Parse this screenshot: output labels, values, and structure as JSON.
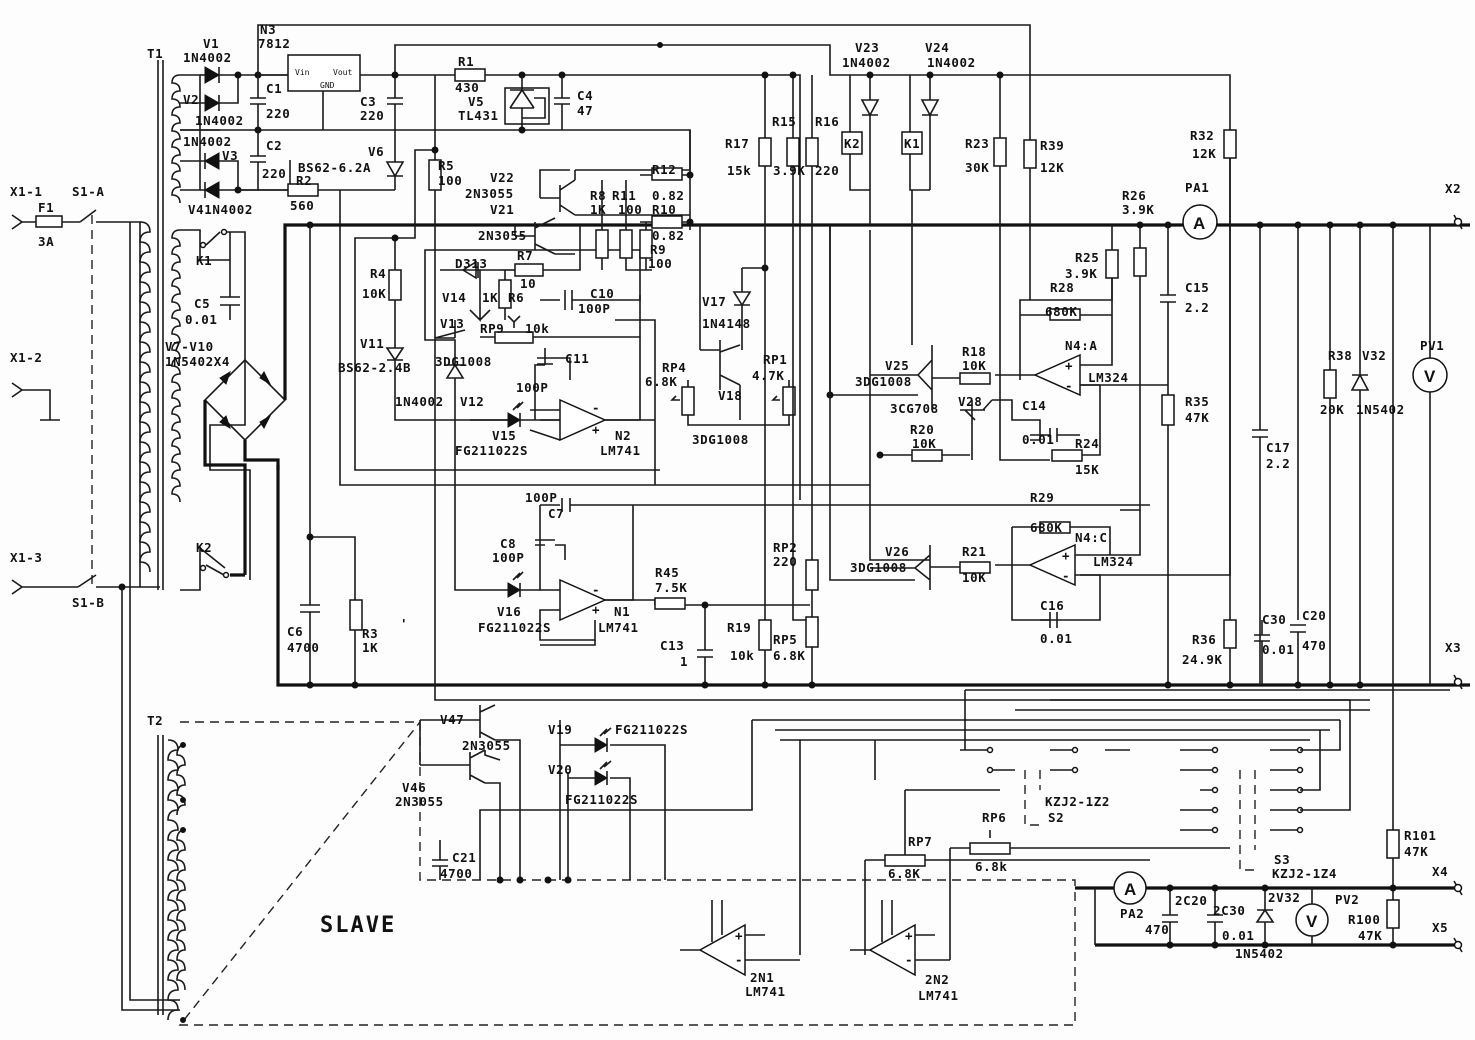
{
  "diagram": {
    "labels": {
      "X1_1": "X1-1",
      "X1_2": "X1-2",
      "X1_3": "X1-3",
      "F1": "F1",
      "F1_val": "3A",
      "S1A": "S1-A",
      "S1B": "S1-B",
      "T1": "T1",
      "T2": "T2",
      "V1": "V1",
      "V1_val": "1N4002",
      "V2": "V2",
      "V2_val": "1N4002",
      "V3": "V3",
      "V3_top": "1N4002",
      "V4": "V41N4002",
      "N3": "N3",
      "N3_val": "7812",
      "vin": "Vin",
      "vout": "Vout",
      "gnd": "GND",
      "C1": "C1",
      "C1_val": "220",
      "C2": "C2",
      "C2_val": "220",
      "C3": "C3",
      "C3_val": "220",
      "R1": "R1",
      "R1_val": "430",
      "V5": "V5",
      "V5_val": "TL431",
      "C4": "C4",
      "C4_val": "47",
      "V6": "V6",
      "V6_val": "BS62-6.2A",
      "R2": "R2",
      "R2_val": "560",
      "K1": "K1",
      "K2": "K2",
      "C5": "C5",
      "C5_val": "0.01",
      "V7": "V7-V10",
      "V7_val": "1N5402X4",
      "R5": "R5",
      "R5_val": "100",
      "V22": "V22",
      "V22_val": "2N3055",
      "V21": "V21",
      "V21_val": "2N3055",
      "R8": "R8",
      "R8_val": "1K",
      "R11": "R11",
      "R11_val": "100",
      "R12": "R12",
      "R12_val": "0.82",
      "R10": "R10",
      "R10_val": "0.82",
      "R9": "R9",
      "R9_val": "100",
      "R4": "R4",
      "R4_val": "10K",
      "D313": "D313",
      "V14": "V14",
      "R6_val": "1K",
      "R6": "R6",
      "R7": "R7",
      "R7_val": "10",
      "V13": "V13",
      "C10": "C10",
      "C10_val": "100P",
      "RP9": "RP9",
      "RP9_val": "10k",
      "V11": "V11",
      "V11_val": "BS62-2.4B",
      "V13_val": "3DG1008",
      "C11": "C11",
      "C11_val": "100P",
      "V12_val": "1N4002",
      "V12": "V12",
      "V15": "V15",
      "V15_val": "FG211022S",
      "N2": "N2",
      "N2_val": "LM741",
      "V17": "V17",
      "V17_val": "1N4148",
      "RP4": "RP4",
      "RP4_val": "6.8K",
      "V18": "V18",
      "V18_val": "3DG1008",
      "RP1": "RP1",
      "RP1_val": "4.7K",
      "R17": "R17",
      "R17_val": "15k",
      "R15": "R15",
      "R15_val": "3.9K",
      "R16": "R16",
      "R16_val": "220",
      "V23": "V23",
      "V23_val": "1N4002",
      "V24": "V24",
      "V24_val": "1N4002",
      "K2box": "K2",
      "K1box": "K1",
      "R23": "R23",
      "R23_val": "30K",
      "R39": "R39",
      "R39_val": "12K",
      "R32": "R32",
      "R32_val": "12K",
      "R26": "R26",
      "R26_val": "3.9K",
      "PA1": "PA1",
      "X2": "X2",
      "R25": "R25",
      "R25_val": "3.9K",
      "R28": "R28",
      "R28_val": "680K",
      "C15": "C15",
      "C15_val": "2.2",
      "N4A": "N4:A",
      "N4A_val": "LM324",
      "V25": "V25",
      "V25_val": "3DG1008",
      "R18": "R18",
      "R18_val": "10K",
      "V28": "V28",
      "V28_val": "3CG708",
      "C14": "C14",
      "C14_val": "0.01",
      "R20": "R20",
      "R20_val": "10K",
      "R24": "R24",
      "R24_val": "15K",
      "R35": "R35",
      "R35_val": "47K",
      "R38": "R38",
      "R38_val": "20K",
      "V32": "V32",
      "V32_val": "1N5402",
      "PV1": "PV1",
      "C17": "C17",
      "C17_val": "2.2",
      "C7_top": "100P",
      "C7": "C7",
      "C8": "C8",
      "C8_val": "100P",
      "V16": "V16",
      "V16_val": "FG211022S",
      "N1": "N1",
      "N1_val": "LM741",
      "R45": "R45",
      "R45_val": "7.5K",
      "C13": "C13",
      "C13_val": "1",
      "R19": "R19",
      "R19_val": "10k",
      "RP2": "RP2",
      "RP2_val": "220",
      "RP5": "RP5",
      "RP5_val": "6.8K",
      "R29": "R29",
      "R29_val": "680K",
      "N4C": "N4:C",
      "N4C_val": "LM324",
      "V26": "V26",
      "V26_val": "3DG1008",
      "R21": "R21",
      "R21_val": "10K",
      "C16": "C16",
      "C16_val": "0.01",
      "C6": "C6",
      "C6_val": "4700",
      "R3": "R3",
      "R3_val": "1K",
      "R36": "R36",
      "R36_val": "24.9K",
      "C30": "C30",
      "C30_val": "0.01",
      "C20": "C20",
      "C20_val": "470",
      "X3": "X3",
      "V47": "V47",
      "V47_val": "2N3055",
      "V46": "V46",
      "V46_val": "2N3055",
      "V19": "V19",
      "V19_val": "FG211022S",
      "V20": "V20",
      "V20_val": "FG211022S",
      "C21": "C21",
      "C21_val": "4700",
      "S2_val": "KZJ2-1Z2",
      "S2": "S2",
      "RP6": "RP6",
      "RP6_val": "6.8k",
      "RP7": "RP7",
      "RP7_val": "6.8K",
      "S3": "S3",
      "S3_val": "KZJ2-1Z4",
      "R101": "R101",
      "R101_val": "47K",
      "X4": "X4",
      "PA2": "PA2",
      "C20b": "2C20",
      "C20b_val": "470",
      "C30b": "2C30",
      "C30b_val": "0.01",
      "V32b": "2V32",
      "V32b_val": "1N5402",
      "PV2": "PV2",
      "R100": "R100",
      "R100_val": "47K",
      "X5": "X5",
      "N1b": "2N1",
      "N1b_val": "LM741",
      "N2b": "2N2",
      "N2b_val": "LM741",
      "slave": "SLAVE",
      "meterA": "A",
      "meterV": "V",
      "op_plus": "+",
      "op_minus": "-",
      "prime": "'"
    }
  }
}
